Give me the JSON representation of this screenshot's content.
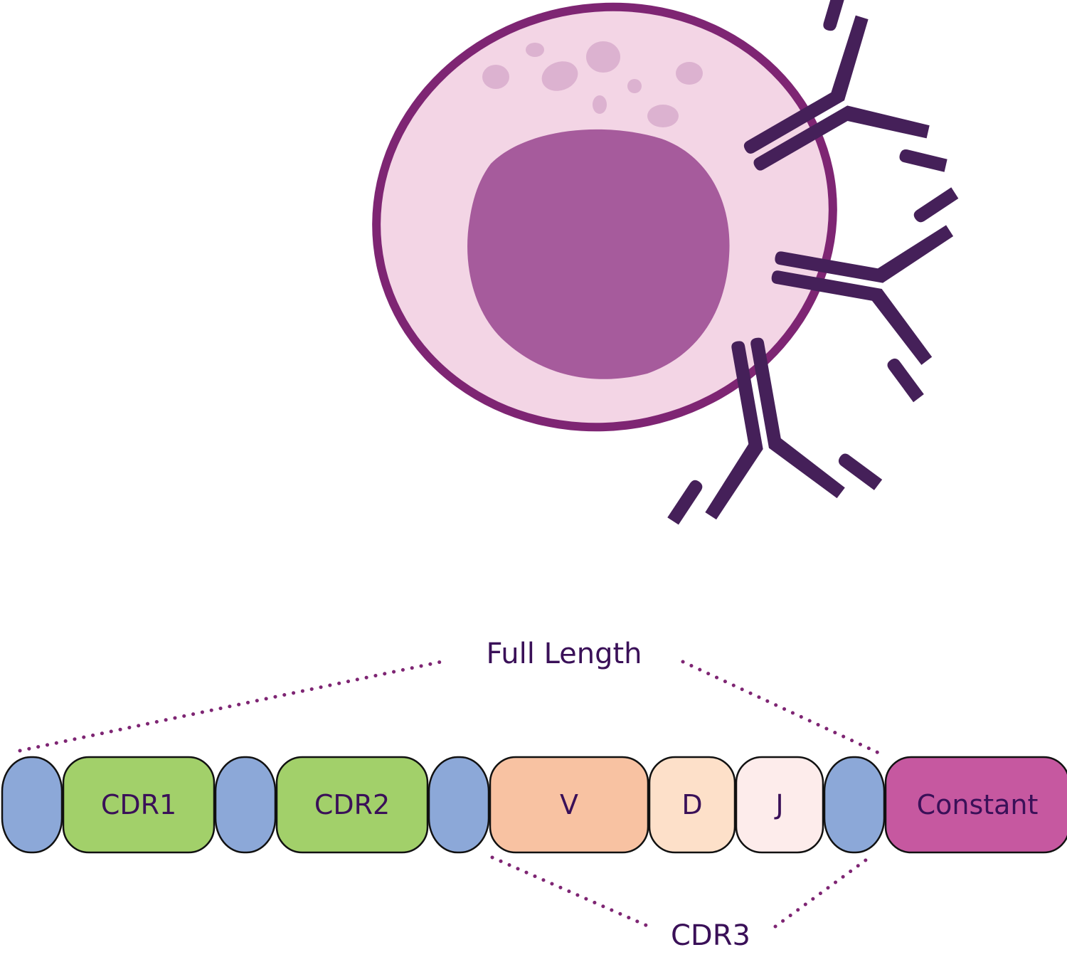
{
  "colors": {
    "cell_membrane": "#7e2573",
    "cytoplasm": "#f3d5e5",
    "vesicle": "#dcb2d0",
    "nucleus": "#a65b9c",
    "antibody": "#452059",
    "framework": "#8ca8d8",
    "cdr": "#a2d06a",
    "v": "#f8c2a2",
    "d": "#fde0c9",
    "j": "#fdeceb",
    "constant": "#c658a0",
    "label_text": "#3a1058",
    "dots": "#7e2573"
  },
  "labels": {
    "full_length": "Full Length",
    "cdr3": "CDR3"
  },
  "segments": [
    {
      "type": "framework",
      "label": ""
    },
    {
      "type": "cdr",
      "label": "CDR1"
    },
    {
      "type": "framework",
      "label": ""
    },
    {
      "type": "cdr",
      "label": "CDR2"
    },
    {
      "type": "framework",
      "label": ""
    },
    {
      "type": "v",
      "label": "V"
    },
    {
      "type": "d",
      "label": "D"
    },
    {
      "type": "j",
      "label": "J"
    },
    {
      "type": "framework",
      "label": ""
    },
    {
      "type": "constant",
      "label": "Constant"
    }
  ]
}
